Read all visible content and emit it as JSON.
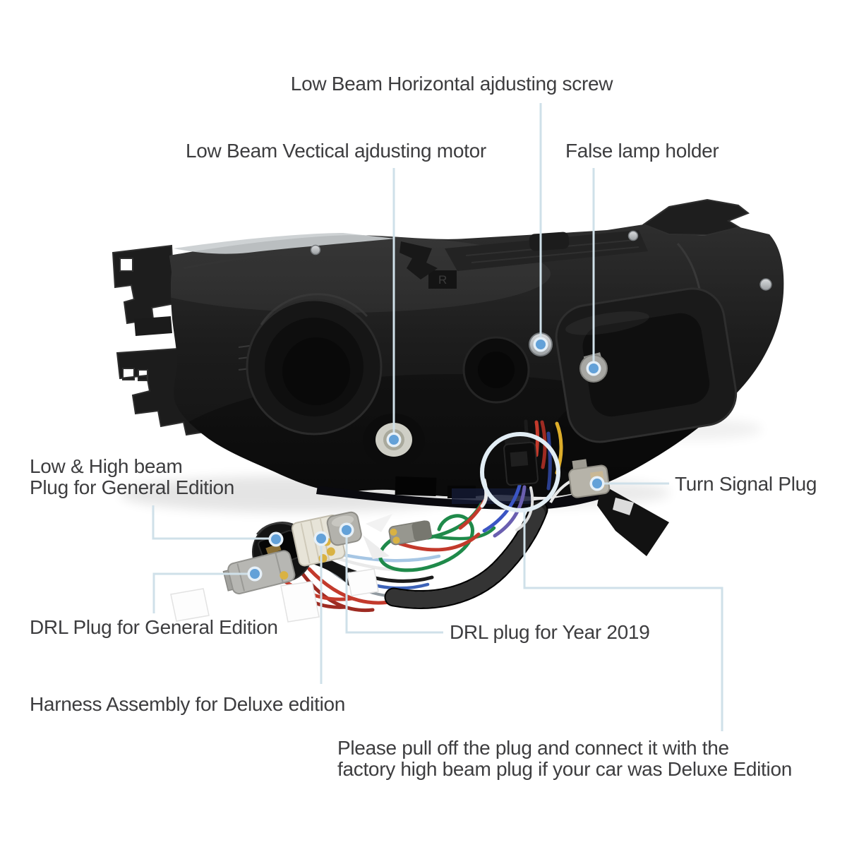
{
  "callouts": {
    "low_beam_horizontal_screw": {
      "label": "Low Beam Horizontal ajdusting screw"
    },
    "low_beam_vertical_motor": {
      "label": "Low Beam Vectical ajdusting motor"
    },
    "false_lamp_holder": {
      "label": "False lamp holder"
    },
    "low_high_beam_plug": {
      "label_line1": "Low & High beam",
      "label_line2": "Plug for General Edition"
    },
    "turn_signal_plug": {
      "label": "Turn Signal Plug"
    },
    "drl_plug_general": {
      "label": "DRL Plug for General Edition"
    },
    "drl_plug_year_2019": {
      "label": "DRL plug for Year 2019"
    },
    "harness_assembly_deluxe": {
      "label": "Harness Assembly for Deluxe edition"
    },
    "deluxe_note": {
      "label_line1": "Please pull off the plug and connect it with the",
      "label_line2": "factory high beam plug if your car was Deluxe Edition"
    }
  },
  "product": {
    "molded_letter": "R"
  },
  "colors": {
    "background": "#ffffff",
    "label_text": "#3d3d3f",
    "leader_line": "#cfe0e9",
    "callout_dot": "#63a1d8",
    "callout_dot_ring": "#e6f0f8",
    "highlight_circle": "#e2edf4"
  }
}
